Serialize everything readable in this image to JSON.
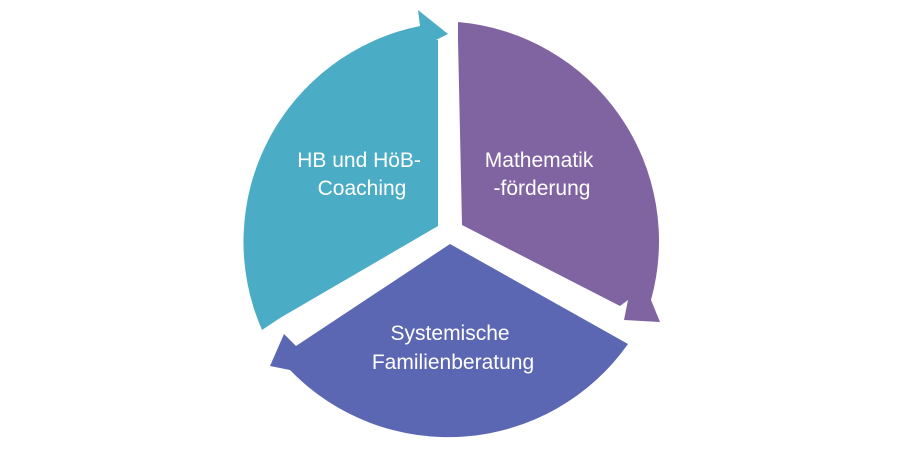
{
  "diagram": {
    "type": "cycle",
    "segments": [
      {
        "id": "coaching",
        "label_lines": [
          "HB und HöB-",
          "Coaching"
        ],
        "color": "#4BACC6"
      },
      {
        "id": "mathe",
        "label_lines": [
          "Mathematik",
          "-förderung"
        ],
        "color": "#8064A2"
      },
      {
        "id": "familie",
        "label_lines": [
          "Systemische",
          "Familienberatung"
        ],
        "color": "#5B67B3"
      }
    ]
  }
}
